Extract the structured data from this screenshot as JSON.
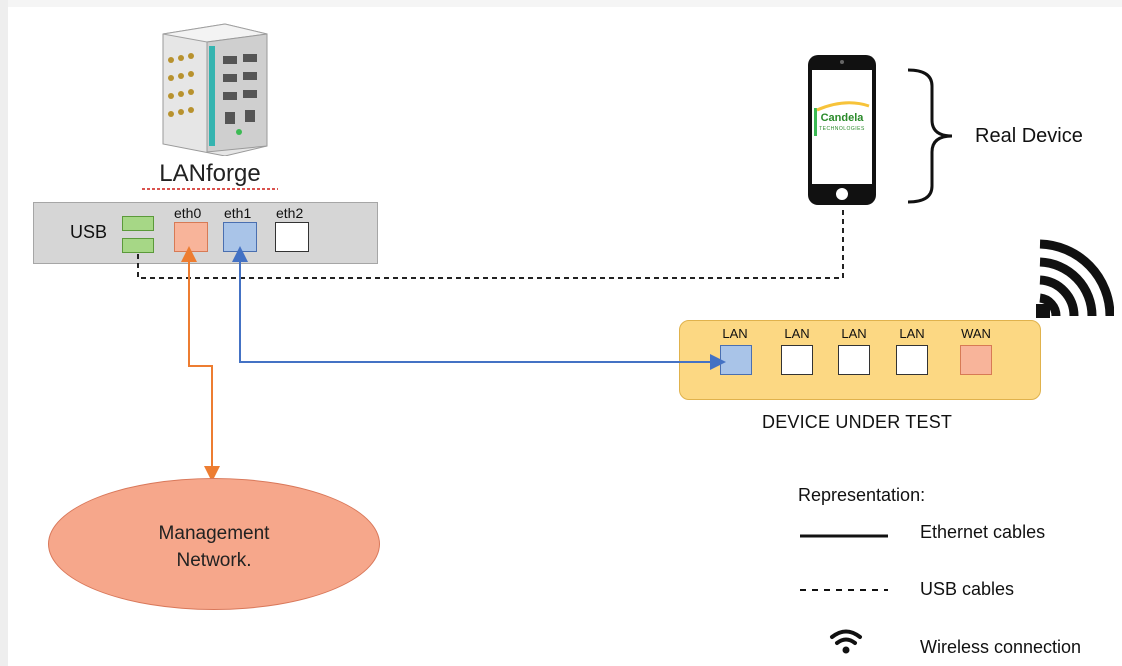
{
  "lanforge": {
    "title": "LANforge",
    "usb_label": "USB",
    "ports": [
      {
        "label": "eth0",
        "color": "#f8b49a"
      },
      {
        "label": "eth1",
        "color": "#a9c4e8"
      },
      {
        "label": "eth2",
        "color": "#ffffff"
      }
    ]
  },
  "phone": {
    "logo_text": "Candela",
    "logo_subtext": "TECHNOLOGIES",
    "label": "Real Device"
  },
  "dut": {
    "caption": "DEVICE UNDER TEST",
    "ports": [
      {
        "label": "LAN",
        "color": "#a9c4e8"
      },
      {
        "label": "LAN",
        "color": "#ffffff"
      },
      {
        "label": "LAN",
        "color": "#ffffff"
      },
      {
        "label": "LAN",
        "color": "#ffffff"
      },
      {
        "label": "WAN",
        "color": "#f8b49a"
      }
    ]
  },
  "management": {
    "line1": "Management",
    "line2": "Network."
  },
  "legend": {
    "title": "Representation:",
    "ethernet": "Ethernet cables",
    "usb": "USB cables",
    "wireless": "Wireless connection"
  },
  "colors": {
    "orange_cable": "#ed7d31",
    "blue_cable": "#4472c4",
    "usb_cable": "#222222"
  }
}
